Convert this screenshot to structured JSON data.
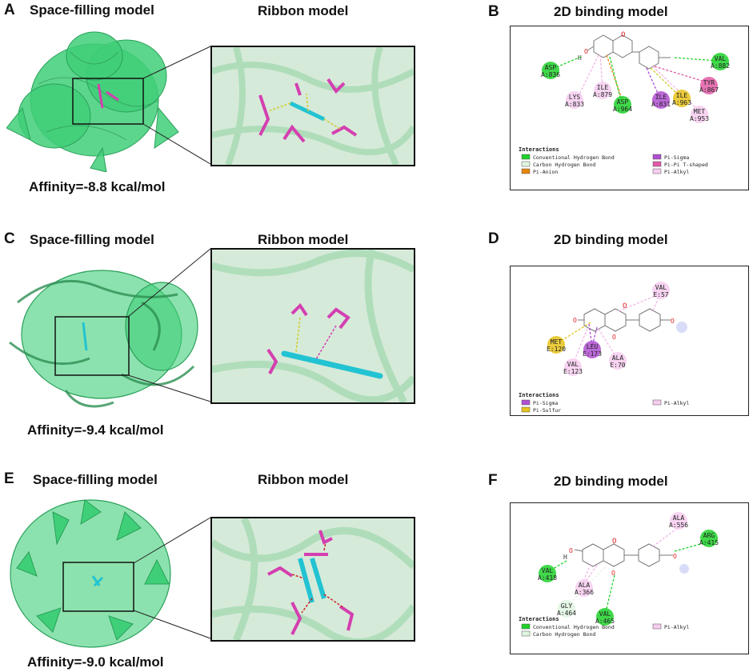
{
  "rows": [
    {
      "letter_left": "A",
      "space_title": "Space-filling model",
      "ribbon_title": "Ribbon model",
      "affinity": "Affinity=-8.8 kcal/mol",
      "letter_right": "B",
      "binding_title": "2D binding model",
      "residues": [
        {
          "name": "ASP",
          "id": "A:836",
          "type": "hbond"
        },
        {
          "name": "LYS",
          "id": "A:833",
          "type": "alkyl"
        },
        {
          "name": "ILE",
          "id": "A:879",
          "type": "alkyl"
        },
        {
          "name": "ASP",
          "id": "A:964",
          "type": "hbond"
        },
        {
          "name": "ILE",
          "id": "A:831",
          "type": "sigma"
        },
        {
          "name": "ILE",
          "id": "A:963",
          "type": "sulfur"
        },
        {
          "name": "TYR",
          "id": "A:867",
          "type": "tshaped"
        },
        {
          "name": "MET",
          "id": "A:953",
          "type": "alkyl"
        },
        {
          "name": "VAL",
          "id": "A:882",
          "type": "hbond"
        }
      ],
      "legend_title": "Interactions",
      "legend": [
        {
          "label": "Conventional Hydrogen Bond",
          "color": "#1fd12a"
        },
        {
          "label": "Carbon Hydrogen Bond",
          "color": "#dff5e0"
        },
        {
          "label": "Pi-Anion",
          "color": "#e6850d"
        },
        {
          "label": "Pi-Sigma",
          "color": "#b04fd1"
        },
        {
          "label": "Pi-Pi T-shaped",
          "color": "#e05aa6"
        },
        {
          "label": "Pi-Alkyl",
          "color": "#f6cdef"
        }
      ]
    },
    {
      "letter_left": "C",
      "space_title": "Space-filling model",
      "ribbon_title": "Ribbon model",
      "affinity": "Affinity=-9.4 kcal/mol",
      "letter_right": "D",
      "binding_title": "2D binding model",
      "residues": [
        {
          "name": "VAL",
          "id": "E:57",
          "type": "alkyl"
        },
        {
          "name": "MET",
          "id": "E:120",
          "type": "sulfur"
        },
        {
          "name": "LEU",
          "id": "E:173",
          "type": "sigma"
        },
        {
          "name": "ALA",
          "id": "E:70",
          "type": "alkyl"
        },
        {
          "name": "VAL",
          "id": "E:123",
          "type": "alkyl"
        }
      ],
      "legend_title": "Interactions",
      "legend": [
        {
          "label": "Pi-Sigma",
          "color": "#b04fd1"
        },
        {
          "label": "Pi-Sulfur",
          "color": "#e6c21a"
        },
        {
          "label": "Pi-Alkyl",
          "color": "#f6cdef"
        }
      ]
    },
    {
      "letter_left": "E",
      "space_title": "Space-filling model",
      "ribbon_title": "Ribbon model",
      "affinity": "Affinity=-9.0 kcal/mol",
      "letter_right": "F",
      "binding_title": "2D binding model",
      "residues": [
        {
          "name": "ALA",
          "id": "A:556",
          "type": "alkyl"
        },
        {
          "name": "ARG",
          "id": "A:415",
          "type": "hbond"
        },
        {
          "name": "VAL",
          "id": "A:418",
          "type": "hbond"
        },
        {
          "name": "ALA",
          "id": "A:366",
          "type": "alkyl"
        },
        {
          "name": "GLY",
          "id": "A:464",
          "type": "carbon"
        },
        {
          "name": "VAL",
          "id": "A:465",
          "type": "hbond"
        }
      ],
      "legend_title": "Interactions",
      "legend": [
        {
          "label": "Conventional Hydrogen Bond",
          "color": "#1fd12a"
        },
        {
          "label": "Carbon Hydrogen Bond",
          "color": "#dff5e0"
        },
        {
          "label": "Pi-Alkyl",
          "color": "#f6cdef"
        }
      ]
    }
  ],
  "colors": {
    "protein": "#3fcf78",
    "ligand_magenta": "#d43fb0",
    "ligand_cyan": "#22c3d2",
    "hbond": "#1fd12a",
    "alkyl": "#f6cdef",
    "sigma": "#b04fd1",
    "sulfur": "#e6c21a",
    "tshaped": "#e05aa6",
    "carbon": "#dff5e0",
    "anion": "#e6850d"
  }
}
